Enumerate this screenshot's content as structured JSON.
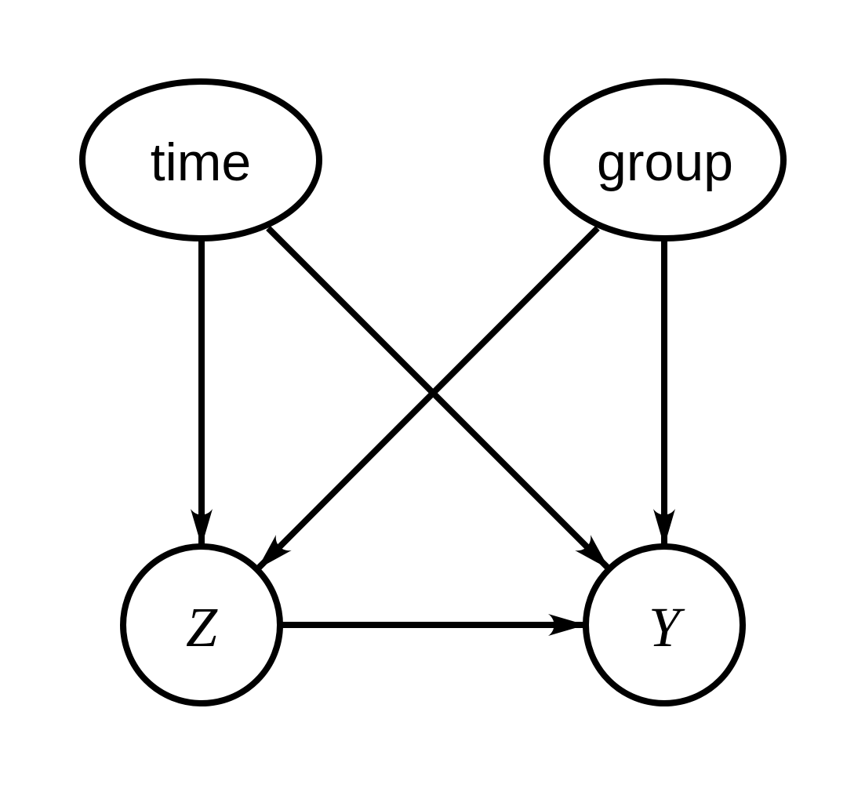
{
  "diagram": {
    "kind": "directed-acyclic-graph",
    "background_color": "#ffffff",
    "stroke_color": "#000000",
    "nodes": {
      "time": {
        "label": "time",
        "shape": "ellipse"
      },
      "group": {
        "label": "group",
        "shape": "ellipse"
      },
      "z": {
        "label": "Z",
        "shape": "circle"
      },
      "y": {
        "label": "Y",
        "shape": "circle"
      }
    },
    "edges": [
      {
        "from": "time",
        "to": "Z"
      },
      {
        "from": "time",
        "to": "Y"
      },
      {
        "from": "group",
        "to": "Z"
      },
      {
        "from": "group",
        "to": "Y"
      },
      {
        "from": "Z",
        "to": "Y"
      }
    ]
  }
}
